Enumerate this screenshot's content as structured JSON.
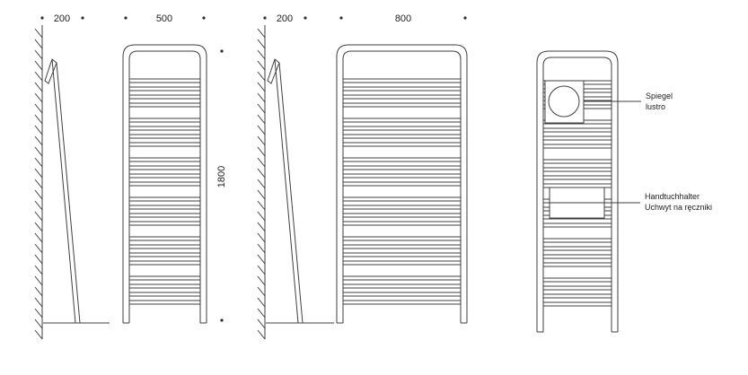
{
  "dims": {
    "left_offset": "200",
    "left_width": "500",
    "height": "1800",
    "middle_offset": "200",
    "middle_width": "800"
  },
  "annotations": {
    "mirror_de": "Spiegel",
    "mirror_pl": "lustro",
    "towel_de": "Handtuchhalter",
    "towel_pl": "Uchwyt na ręczniki"
  }
}
